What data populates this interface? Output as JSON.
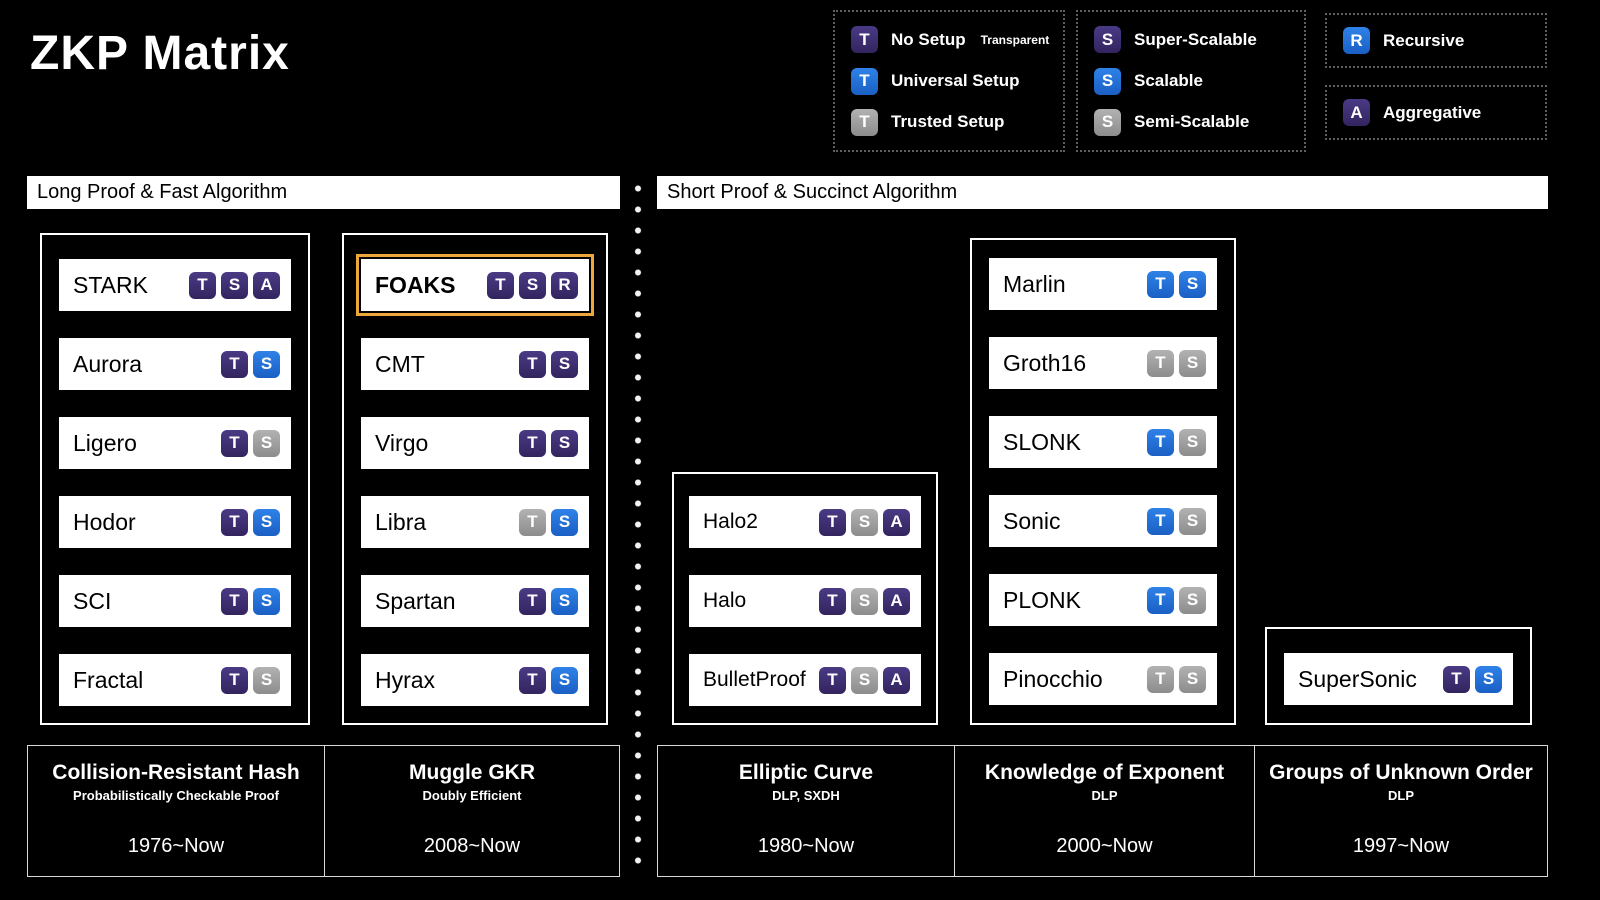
{
  "title": "ZKP Matrix",
  "colors": {
    "background": "#000000",
    "badge_purple": "#33245f",
    "badge_blue": "#1f6fd8",
    "badge_gray": "#9b9b9b",
    "highlight_border": "#eda63a"
  },
  "legend": {
    "setup": [
      {
        "letter": "T",
        "variant": "purple",
        "label": "No Setup",
        "note": "Transparent"
      },
      {
        "letter": "T",
        "variant": "blue",
        "label": "Universal Setup"
      },
      {
        "letter": "T",
        "variant": "gray",
        "label": "Trusted Setup"
      }
    ],
    "scalability": [
      {
        "letter": "S",
        "variant": "purple",
        "label": "Super-Scalable"
      },
      {
        "letter": "S",
        "variant": "blue",
        "label": "Scalable"
      },
      {
        "letter": "S",
        "variant": "gray",
        "label": "Semi-Scalable"
      }
    ],
    "recursive": {
      "letter": "R",
      "variant": "blue",
      "label": "Recursive"
    },
    "aggregative": {
      "letter": "A",
      "variant": "purple",
      "label": "Aggregative"
    }
  },
  "sections": {
    "left": "Long Proof & Fast Algorithm",
    "right": "Short Proof & Succinct Algorithm"
  },
  "matrix": {
    "crh": {
      "rows": [
        {
          "name": "STARK",
          "badges": [
            {
              "letter": "T",
              "variant": "purple"
            },
            {
              "letter": "S",
              "variant": "purple"
            },
            {
              "letter": "A",
              "variant": "purple"
            }
          ]
        },
        {
          "name": "Aurora",
          "badges": [
            {
              "letter": "T",
              "variant": "purple"
            },
            {
              "letter": "S",
              "variant": "blue"
            }
          ]
        },
        {
          "name": "Ligero",
          "badges": [
            {
              "letter": "T",
              "variant": "purple"
            },
            {
              "letter": "S",
              "variant": "gray"
            }
          ]
        },
        {
          "name": "Hodor",
          "badges": [
            {
              "letter": "T",
              "variant": "purple"
            },
            {
              "letter": "S",
              "variant": "blue"
            }
          ]
        },
        {
          "name": "SCI",
          "badges": [
            {
              "letter": "T",
              "variant": "purple"
            },
            {
              "letter": "S",
              "variant": "blue"
            }
          ]
        },
        {
          "name": "Fractal",
          "badges": [
            {
              "letter": "T",
              "variant": "purple"
            },
            {
              "letter": "S",
              "variant": "gray"
            }
          ]
        }
      ]
    },
    "gkr": {
      "rows": [
        {
          "name": "FOAKS",
          "highlighted": true,
          "badges": [
            {
              "letter": "T",
              "variant": "purple"
            },
            {
              "letter": "S",
              "variant": "purple"
            },
            {
              "letter": "R",
              "variant": "purple"
            }
          ]
        },
        {
          "name": "CMT",
          "badges": [
            {
              "letter": "T",
              "variant": "purple"
            },
            {
              "letter": "S",
              "variant": "purple"
            }
          ]
        },
        {
          "name": "Virgo",
          "badges": [
            {
              "letter": "T",
              "variant": "purple"
            },
            {
              "letter": "S",
              "variant": "purple"
            }
          ]
        },
        {
          "name": "Libra",
          "badges": [
            {
              "letter": "T",
              "variant": "gray"
            },
            {
              "letter": "S",
              "variant": "blue"
            }
          ]
        },
        {
          "name": "Spartan",
          "badges": [
            {
              "letter": "T",
              "variant": "purple"
            },
            {
              "letter": "S",
              "variant": "blue"
            }
          ]
        },
        {
          "name": "Hyrax",
          "badges": [
            {
              "letter": "T",
              "variant": "purple"
            },
            {
              "letter": "S",
              "variant": "blue"
            }
          ]
        }
      ]
    },
    "ec": {
      "rows": [
        {
          "name": "Halo2",
          "badges": [
            {
              "letter": "T",
              "variant": "purple"
            },
            {
              "letter": "S",
              "variant": "gray"
            },
            {
              "letter": "A",
              "variant": "purple"
            }
          ]
        },
        {
          "name": "Halo",
          "badges": [
            {
              "letter": "T",
              "variant": "purple"
            },
            {
              "letter": "S",
              "variant": "gray"
            },
            {
              "letter": "A",
              "variant": "purple"
            }
          ]
        },
        {
          "name": "BulletProof",
          "badges": [
            {
              "letter": "T",
              "variant": "purple"
            },
            {
              "letter": "S",
              "variant": "gray"
            },
            {
              "letter": "A",
              "variant": "purple"
            }
          ]
        }
      ]
    },
    "koe": {
      "rows": [
        {
          "name": "Marlin",
          "badges": [
            {
              "letter": "T",
              "variant": "blue"
            },
            {
              "letter": "S",
              "variant": "blue"
            }
          ]
        },
        {
          "name": "Groth16",
          "badges": [
            {
              "letter": "T",
              "variant": "gray"
            },
            {
              "letter": "S",
              "variant": "gray"
            }
          ]
        },
        {
          "name": "SLONK",
          "badges": [
            {
              "letter": "T",
              "variant": "blue"
            },
            {
              "letter": "S",
              "variant": "gray"
            }
          ]
        },
        {
          "name": "Sonic",
          "badges": [
            {
              "letter": "T",
              "variant": "blue"
            },
            {
              "letter": "S",
              "variant": "gray"
            }
          ]
        },
        {
          "name": "PLONK",
          "badges": [
            {
              "letter": "T",
              "variant": "blue"
            },
            {
              "letter": "S",
              "variant": "gray"
            }
          ]
        },
        {
          "name": "Pinocchio",
          "badges": [
            {
              "letter": "T",
              "variant": "gray"
            },
            {
              "letter": "S",
              "variant": "gray"
            }
          ]
        }
      ]
    },
    "guo": {
      "rows": [
        {
          "name": "SuperSonic",
          "badges": [
            {
              "letter": "T",
              "variant": "purple"
            },
            {
              "letter": "S",
              "variant": "blue"
            }
          ]
        }
      ]
    }
  },
  "footers": [
    {
      "title": "Collision-Resistant Hash",
      "subtitle": "Probabilistically Checkable Proof",
      "years": "1976~Now"
    },
    {
      "title": "Muggle GKR",
      "subtitle": "Doubly Efficient",
      "years": "2008~Now"
    },
    {
      "title": "Elliptic Curve",
      "subtitle": "DLP, SXDH",
      "years": "1980~Now"
    },
    {
      "title": "Knowledge of Exponent",
      "subtitle": "DLP",
      "years": "2000~Now"
    },
    {
      "title": "Groups of Unknown Order",
      "subtitle": "DLP",
      "years": "1997~Now"
    }
  ]
}
